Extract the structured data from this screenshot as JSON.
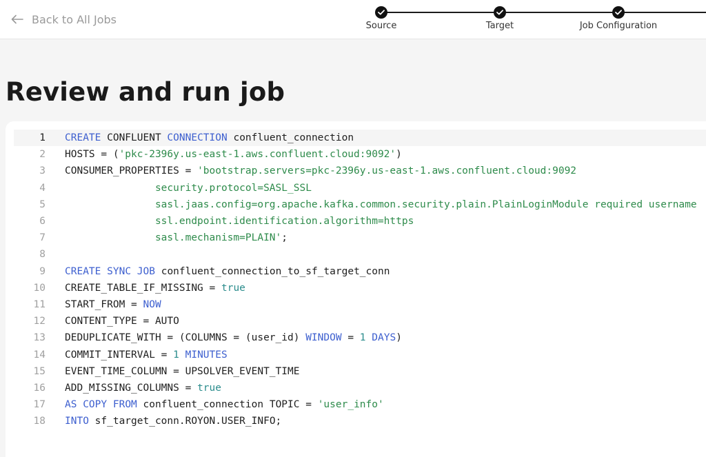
{
  "header": {
    "back_label": "Back to All Jobs",
    "steps": [
      {
        "label": "Source",
        "status": "complete"
      },
      {
        "label": "Target",
        "status": "complete"
      },
      {
        "label": "Job Configuration",
        "status": "complete"
      }
    ]
  },
  "page": {
    "title": "Review and run job"
  },
  "editor": {
    "active_line": 1,
    "lines": [
      {
        "n": "1",
        "tokens": [
          {
            "t": "CREATE",
            "c": "kw"
          },
          {
            "t": " CONFLUENT "
          },
          {
            "t": "CONNECTION",
            "c": "kw"
          },
          {
            "t": " confluent_connection"
          }
        ]
      },
      {
        "n": "2",
        "tokens": [
          {
            "t": "HOSTS = ("
          },
          {
            "t": "'pkc-2396y.us-east-1.aws.confluent.cloud:9092'",
            "c": "str"
          },
          {
            "t": ")"
          }
        ]
      },
      {
        "n": "3",
        "tokens": [
          {
            "t": "CONSUMER_PROPERTIES = "
          },
          {
            "t": "'bootstrap.servers=pkc-2396y.us-east-1.aws.confluent.cloud:9092",
            "c": "str"
          }
        ]
      },
      {
        "n": "4",
        "tokens": [
          {
            "t": "               security.protocol=SASL_SSL",
            "c": "str"
          }
        ]
      },
      {
        "n": "5",
        "tokens": [
          {
            "t": "               sasl.jaas.config=org.apache.kafka.common.security.plain.PlainLoginModule required username",
            "c": "str"
          }
        ]
      },
      {
        "n": "6",
        "tokens": [
          {
            "t": "               ssl.endpoint.identification.algorithm=https",
            "c": "str"
          }
        ]
      },
      {
        "n": "7",
        "tokens": [
          {
            "t": "               sasl.mechanism=PLAIN'",
            "c": "str"
          },
          {
            "t": ";"
          }
        ]
      },
      {
        "n": "8",
        "tokens": []
      },
      {
        "n": "9",
        "tokens": [
          {
            "t": "CREATE",
            "c": "kw"
          },
          {
            "t": " "
          },
          {
            "t": "SYNC",
            "c": "kw"
          },
          {
            "t": " "
          },
          {
            "t": "JOB",
            "c": "kw"
          },
          {
            "t": " confluent_connection_to_sf_target_conn"
          }
        ]
      },
      {
        "n": "10",
        "tokens": [
          {
            "t": "CREATE_TABLE_IF_MISSING = "
          },
          {
            "t": "true",
            "c": "lit"
          }
        ]
      },
      {
        "n": "11",
        "tokens": [
          {
            "t": "START_FROM = "
          },
          {
            "t": "NOW",
            "c": "kw"
          }
        ]
      },
      {
        "n": "12",
        "tokens": [
          {
            "t": "CONTENT_TYPE = AUTO"
          }
        ]
      },
      {
        "n": "13",
        "tokens": [
          {
            "t": "DEDUPLICATE_WITH = (COLUMNS = (user_id) "
          },
          {
            "t": "WINDOW",
            "c": "kw"
          },
          {
            "t": " = "
          },
          {
            "t": "1",
            "c": "lit"
          },
          {
            "t": " "
          },
          {
            "t": "DAYS",
            "c": "kw"
          },
          {
            "t": ")"
          }
        ]
      },
      {
        "n": "14",
        "tokens": [
          {
            "t": "COMMIT_INTERVAL = "
          },
          {
            "t": "1",
            "c": "lit"
          },
          {
            "t": " "
          },
          {
            "t": "MINUTES",
            "c": "kw"
          }
        ]
      },
      {
        "n": "15",
        "tokens": [
          {
            "t": "EVENT_TIME_COLUMN = UPSOLVER_EVENT_TIME"
          }
        ]
      },
      {
        "n": "16",
        "tokens": [
          {
            "t": "ADD_MISSING_COLUMNS = "
          },
          {
            "t": "true",
            "c": "lit"
          }
        ]
      },
      {
        "n": "17",
        "tokens": [
          {
            "t": "AS",
            "c": "kw"
          },
          {
            "t": " "
          },
          {
            "t": "COPY",
            "c": "kw"
          },
          {
            "t": " "
          },
          {
            "t": "FROM",
            "c": "kw"
          },
          {
            "t": " confluent_connection TOPIC = "
          },
          {
            "t": "'user_info'",
            "c": "str"
          }
        ]
      },
      {
        "n": "18",
        "tokens": [
          {
            "t": "INTO",
            "c": "kw"
          },
          {
            "t": " sf_target_conn.ROYON.USER_INFO;"
          }
        ]
      }
    ]
  },
  "colors": {
    "keyword": "#3d5fcf",
    "string": "#2e8b4b",
    "literal": "#2a8c8c",
    "step_complete": "#111111"
  },
  "icons": {
    "back": "arrow-left-icon",
    "step_complete": "check-icon"
  }
}
